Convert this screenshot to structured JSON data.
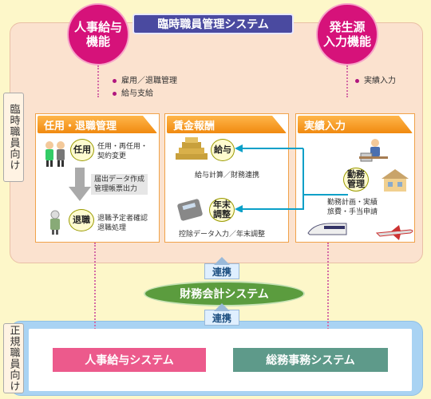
{
  "title": "臨時職員管理システム",
  "hr_circle": "人事給与\n機能",
  "source_circle": "発生源\n入力機能",
  "hr_bullets": [
    "雇用／退職管理",
    "給与支給"
  ],
  "source_bullets": [
    "実績入力"
  ],
  "side_upper": "臨時職員向け",
  "side_lower": "正規職員向け",
  "sections": {
    "hiring": {
      "header": "任用・退職管理",
      "appoint_oval": "任用",
      "appoint_text": [
        "任用・再任用・",
        "契約変更"
      ],
      "mid_text": [
        "届出データ作成",
        "管理帳票出力"
      ],
      "retire_oval": "退職",
      "retire_text": [
        "退職予定者確認",
        "退職処理"
      ]
    },
    "wage": {
      "header": "賃金報酬",
      "salary_oval": "給与",
      "salary_text": "給与計算／財務連携",
      "yearend_oval": "年末\n調整",
      "yearend_text": "控除データ入力／年末調整"
    },
    "actual": {
      "header": "実績入力",
      "duty_oval": "勤務\n管理",
      "duty_text": [
        "勤務計画・実績",
        "旅費・手当申請"
      ]
    }
  },
  "link_label": "連携",
  "finance_system": "財務会計システム",
  "hr_system": "人事給与システム",
  "general_system": "総務事務システム",
  "colors": {
    "magenta": "#d6127a",
    "orange": "#f08a10",
    "navy": "#4a4aa0",
    "green": "#5b9c3e",
    "pink_box": "#ec5a8c",
    "teal_box": "#5e9a8a",
    "arrow_blue": "#0aa0c8"
  }
}
